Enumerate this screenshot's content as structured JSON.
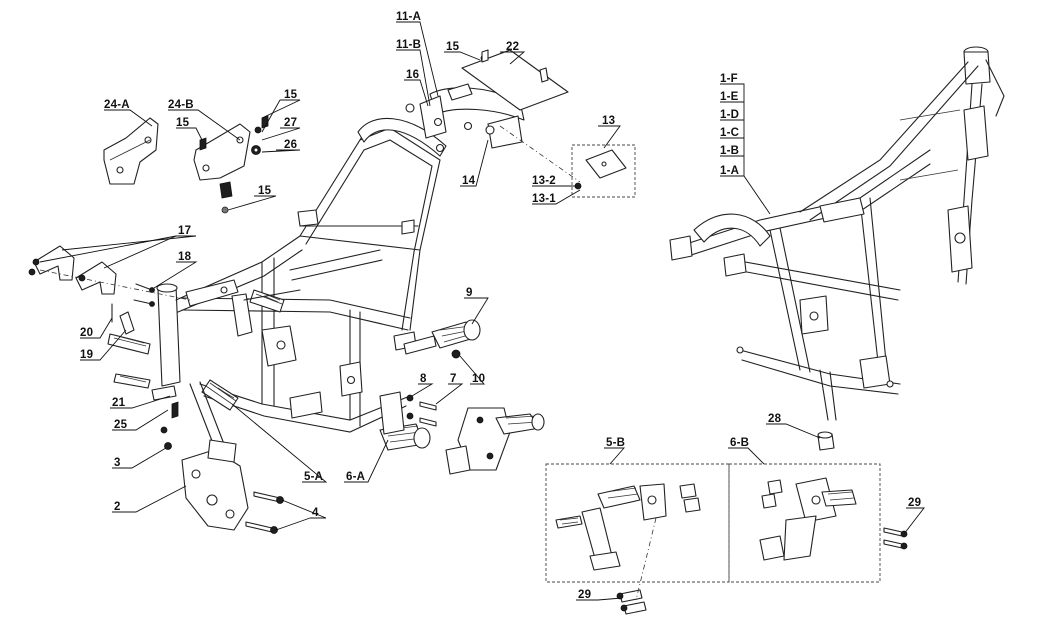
{
  "callouts": {
    "c11A": "11-A",
    "c11B": "11-B",
    "c15_top": "15",
    "c22": "22",
    "c16": "16",
    "c24A": "24-A",
    "c24B": "24-B",
    "c15_a": "15",
    "c15_b": "15",
    "c27": "27",
    "c26": "26",
    "c15_c": "15",
    "c13": "13",
    "c14": "14",
    "c13_2": "13-2",
    "c13_1": "13-1",
    "c1F": "1-F",
    "c1E": "1-E",
    "c1D": "1-D",
    "c1C": "1-C",
    "c1B": "1-B",
    "c1A": "1-A",
    "c17": "17",
    "c18": "18",
    "c20": "20",
    "c19": "19",
    "c9": "9",
    "c8": "8",
    "c7": "7",
    "c10": "10",
    "c21": "21",
    "c25": "25",
    "c3": "3",
    "c2": "2",
    "c4": "4",
    "c5A": "5-A",
    "c6A": "6-A",
    "c28": "28",
    "c5B": "5-B",
    "c6B": "6-B",
    "c29_r": "29",
    "c29_b": "29"
  }
}
